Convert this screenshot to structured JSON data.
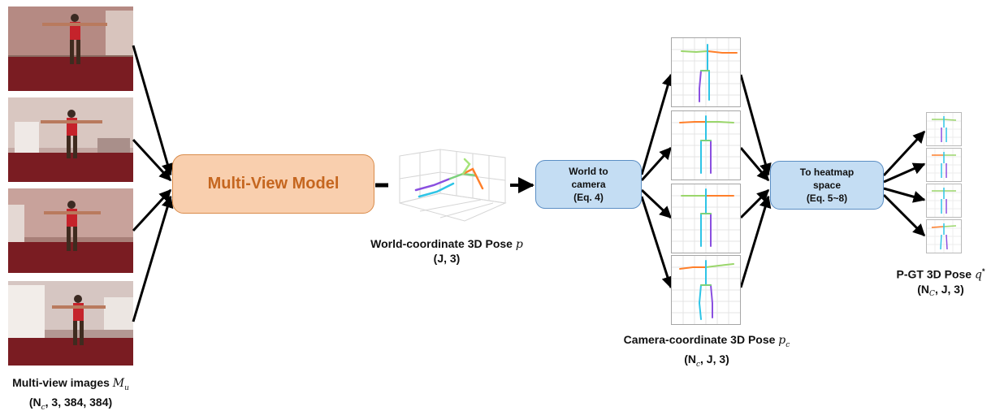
{
  "model": {
    "label": "Multi-View Model"
  },
  "world_to_camera": {
    "line1": "World to",
    "line2": "camera",
    "line3": "(Eq. 4)"
  },
  "to_heatmap": {
    "line1": "To heatmap",
    "line2": "space",
    "line3": "(Eq. 5~8)"
  },
  "labels": {
    "multiview_images": {
      "text": "Multi-view images ",
      "symbol": "M",
      "sub": "u",
      "shape": "(N",
      "shape_sub": "c",
      "shape_rest": ", 3, 384, 384)"
    },
    "world_pose": {
      "text": "World-coordinate 3D Pose ",
      "symbol": "p",
      "shape": "(J, 3)"
    },
    "camera_pose": {
      "text": "Camera-coordinate 3D Pose ",
      "symbol": "p",
      "sub": "c",
      "shape": "(N",
      "shape_sub": "c",
      "shape_rest": ", J, 3)"
    },
    "pgt_pose": {
      "text": "P-GT 3D Pose ",
      "symbol": "q",
      "sup": "*",
      "shape": "(N",
      "shape_sub": "C",
      "shape_rest": ", J, 3)"
    }
  },
  "colors": {
    "model_fill": "#f9cfae",
    "model_text": "#c5661f",
    "blue_fill": "#c4ddf3",
    "blue_border": "#5b8ec4",
    "skeleton_left": "#ff7f2a",
    "skeleton_right": "#2ec4e6",
    "skeleton_spine": "#7bd17b",
    "skeleton_leg": "#8a4fe0"
  },
  "icons": [
    "camera-view-photo",
    "3d-pose-plot",
    "skeleton-plot",
    "arrow"
  ]
}
